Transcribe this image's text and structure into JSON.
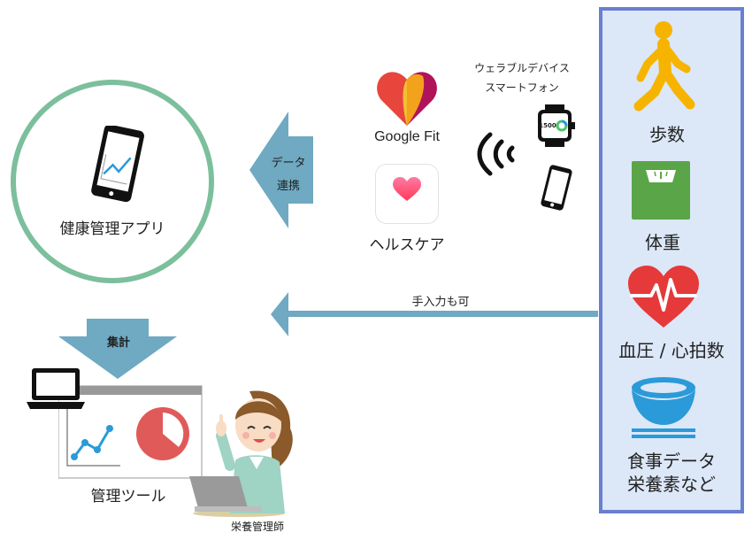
{
  "left": {
    "app_label": "健康管理アプリ",
    "sync_line1": "データ",
    "sync_line2": "連携",
    "aggregate_label": "集計",
    "tool_label": "管理ツール",
    "person_label": "栄養管理師"
  },
  "middle": {
    "google_fit_label": "Google Fit",
    "healthcare_label": "ヘルスケア",
    "wearable_line1": "ウェラブルデバイス",
    "wearable_line2": "スマートフォン",
    "watch_display": "1500",
    "manual_input_label": "手入力も可"
  },
  "right": {
    "steps_label": "歩数",
    "weight_label": "体重",
    "bp_label": "血圧 / 心拍数",
    "food_line1": "食事データ",
    "food_line2": "栄養素など"
  },
  "colors": {
    "arrow": "#6fa9c2",
    "panel_border": "#6a7fcf",
    "panel_fill": "#dce7f7",
    "circle_border": "#7cbf9c",
    "walker": "#f6b400",
    "scale": "#5aa547",
    "heart": "#e5393a",
    "bowl": "#2a9ad9",
    "chart_line": "#2a9ad9",
    "pie": "#e05a5a"
  },
  "icons": [
    "phone-chart-icon",
    "google-fit-icon",
    "healthcare-heart-icon",
    "wireless-signal-icon",
    "smartwatch-icon",
    "smartphone-icon",
    "walker-icon",
    "scale-icon",
    "heartbeat-icon",
    "bowl-icon",
    "laptop-icon",
    "dashboard-icon",
    "dietitian-illustration"
  ]
}
